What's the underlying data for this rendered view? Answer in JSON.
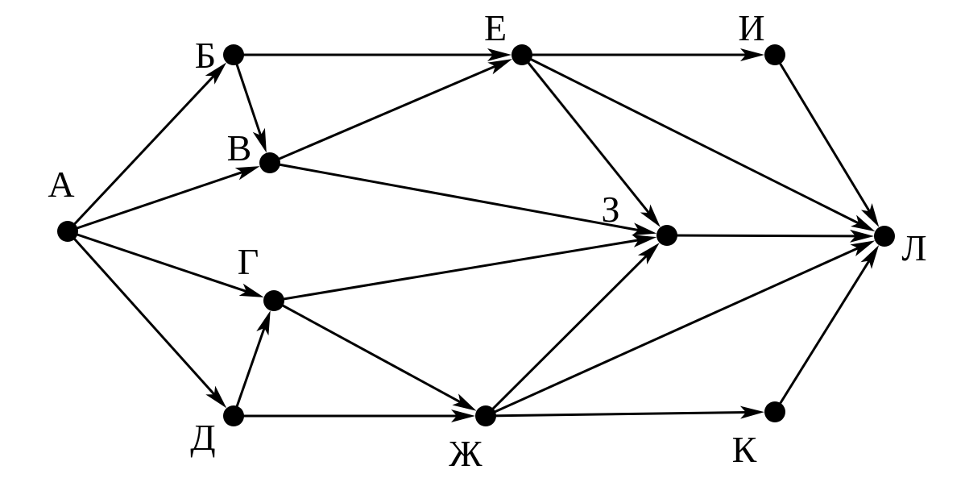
{
  "colors": {
    "ink": "#000000",
    "background": "#ffffff"
  },
  "nodes": [
    {
      "id": "A",
      "label": "А"
    },
    {
      "id": "B",
      "label": "Б"
    },
    {
      "id": "V",
      "label": "В"
    },
    {
      "id": "G",
      "label": "Г"
    },
    {
      "id": "D",
      "label": "Д"
    },
    {
      "id": "E",
      "label": "Е"
    },
    {
      "id": "Zh",
      "label": "Ж"
    },
    {
      "id": "Z",
      "label": "З"
    },
    {
      "id": "I",
      "label": "И"
    },
    {
      "id": "K",
      "label": "К"
    },
    {
      "id": "L",
      "label": "Л"
    }
  ],
  "edges": [
    {
      "from": "A",
      "to": "B"
    },
    {
      "from": "A",
      "to": "V"
    },
    {
      "from": "A",
      "to": "G"
    },
    {
      "from": "A",
      "to": "D"
    },
    {
      "from": "B",
      "to": "E"
    },
    {
      "from": "B",
      "to": "V"
    },
    {
      "from": "V",
      "to": "E"
    },
    {
      "from": "V",
      "to": "Z"
    },
    {
      "from": "G",
      "to": "Z"
    },
    {
      "from": "G",
      "to": "Zh"
    },
    {
      "from": "D",
      "to": "G"
    },
    {
      "from": "D",
      "to": "Zh"
    },
    {
      "from": "E",
      "to": "I"
    },
    {
      "from": "E",
      "to": "Z"
    },
    {
      "from": "E",
      "to": "L"
    },
    {
      "from": "Zh",
      "to": "Z"
    },
    {
      "from": "Zh",
      "to": "L"
    },
    {
      "from": "Zh",
      "to": "K"
    },
    {
      "from": "Z",
      "to": "L"
    },
    {
      "from": "I",
      "to": "L"
    },
    {
      "from": "K",
      "to": "L"
    }
  ]
}
